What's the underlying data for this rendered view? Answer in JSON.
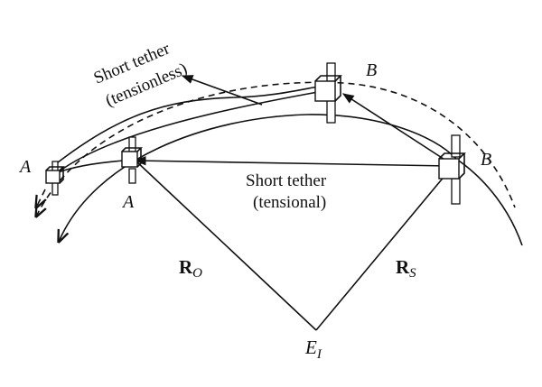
{
  "labels": {
    "tensionless_line1": "Short tether",
    "tensionless_line2": "(tensionless)",
    "tensional_line1": "Short tether",
    "tensional_line2": "(tensional)",
    "point_b_top": "B",
    "point_b_right": "B",
    "point_a_left": "A",
    "point_a_mid": "A",
    "vector_ro_main": "R",
    "vector_ro_sub": "O",
    "vector_rs_main": "R",
    "vector_rs_sub": "S",
    "earth_main": "E",
    "earth_sub": "I"
  },
  "icons": {
    "satellite": "satellite-icon"
  }
}
